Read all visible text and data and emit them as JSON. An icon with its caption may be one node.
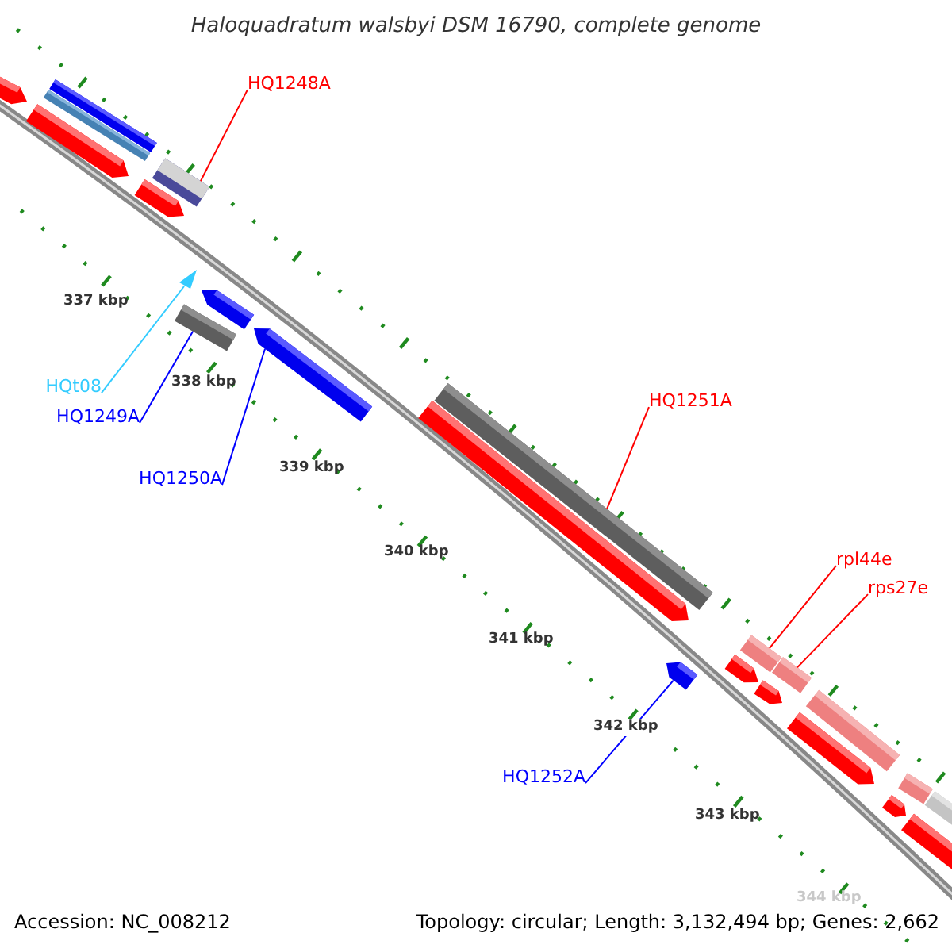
{
  "diagram": {
    "title": "Haloquadratum walsbyi DSM 16790, complete genome",
    "nodes": [
      {
        "text": [
          "HQ1248A"
        ]
      },
      {
        "text": [],
        "shape": "bar"
      },
      {
        "text": [
          "HQt08"
        ]
      },
      {
        "text": [],
        "shape": "triangle"
      },
      {
        "text": [
          "HQ1249A"
        ]
      },
      {
        "text": [],
        "shape": "bar"
      },
      {
        "text": [
          "HQ1250A"
        ]
      },
      {
        "text": [],
        "shape": "bar"
      },
      {
        "text": [
          "HQ1251A"
        ]
      },
      {
        "text": [],
        "shape": "bar"
      },
      {
        "text": [
          "rpl44e"
        ]
      },
      {
        "text": [],
        "shape": "bar"
      },
      {
        "text": [
          "rps27e"
        ]
      },
      {
        "text": [],
        "shape": "bar"
      },
      {
        "text": [
          "HQ1252A"
        ]
      },
      {
        "text": [],
        "shape": "bar"
      }
    ],
    "edges": [
      {
        "from": 0,
        "to": 1,
        "arrow": "none"
      },
      {
        "from": 2,
        "to": 3,
        "arrow": "none",
        "color": "#33ccff"
      },
      {
        "from": 4,
        "to": 5,
        "arrow": "none",
        "color": "#0000ff"
      },
      {
        "from": 6,
        "to": 7,
        "arrow": "none",
        "color": "#0000ff"
      },
      {
        "from": 8,
        "to": 9,
        "arrow": "none"
      },
      {
        "from": 10,
        "to": 11,
        "arrow": "none"
      },
      {
        "from": 12,
        "to": 13,
        "arrow": "none"
      },
      {
        "from": 14,
        "to": 15,
        "arrow": "none",
        "color": "#0000ff"
      }
    ],
    "labels": [
      "337 kbp",
      "338 kbp",
      "339 kbp",
      "340 kbp",
      "341 kbp",
      "342 kbp",
      "343 kbp",
      "344 kbp",
      "Accession: NC_008212",
      "Topology: circular; Length: 3,132,494 bp; Genes: 2,662"
    ]
  }
}
